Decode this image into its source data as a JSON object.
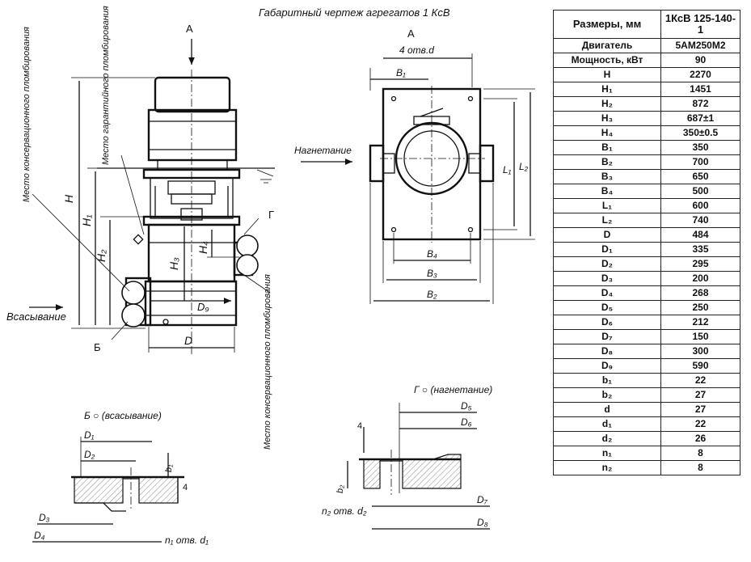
{
  "title": "Габаритный чертеж агрегатов 1 КсВ",
  "labels": {
    "view_a_arrow": "А",
    "view_a": "А",
    "place_guarantee": "Место гарантийного пломбирования",
    "place_conservation_left": "Место консервационного пломбирования",
    "place_conservation_bottom": "Место консервационного пломбирования",
    "suction": "Всасывание",
    "discharge": "Нагнетание",
    "callout_b": "Б",
    "callout_g": "Г",
    "section_b": "Б  ○ (всасывание)",
    "section_g": "Г ○ (нагнетание)",
    "holes_a": "4 отв.d",
    "holes_n1": "n₁ отв. d₁",
    "holes_n2": "n₂ отв. d₂",
    "dim_four": "4"
  },
  "dims": {
    "H": "H",
    "H1": "H₁",
    "H2": "H₂",
    "H3": "H₃",
    "H4": "H₄",
    "B1": "B₁",
    "B2": "B₂",
    "B3": "B₃",
    "B4": "B₄",
    "L1": "L₁",
    "L2": "L₂",
    "D": "D",
    "D1": "D₁",
    "D2": "D₂",
    "D3": "D₃",
    "D4": "D₄",
    "D5": "D₅",
    "D6": "D₆",
    "D7": "D₇",
    "D8": "D₈",
    "D9": "D₉",
    "b1": "b₁",
    "b2": "b₂"
  },
  "table": {
    "header_left": "Размеры, мм",
    "header_right": "1КсВ 125-140-1",
    "rows": [
      {
        "k": "Двигатель",
        "v": "5АМ250М2"
      },
      {
        "k": "Мощность, кВт",
        "v": "90"
      },
      {
        "k": "H",
        "v": "2270"
      },
      {
        "k": "H₁",
        "v": "1451"
      },
      {
        "k": "H₂",
        "v": "872"
      },
      {
        "k": "H₃",
        "v": "687±1"
      },
      {
        "k": "H₄",
        "v": "350±0.5"
      },
      {
        "k": "B₁",
        "v": "350"
      },
      {
        "k": "B₂",
        "v": "700"
      },
      {
        "k": "B₃",
        "v": "650"
      },
      {
        "k": "B₄",
        "v": "500"
      },
      {
        "k": "L₁",
        "v": "600"
      },
      {
        "k": "L₂",
        "v": "740"
      },
      {
        "k": "D",
        "v": "484"
      },
      {
        "k": "D₁",
        "v": "335"
      },
      {
        "k": "D₂",
        "v": "295"
      },
      {
        "k": "D₃",
        "v": "200"
      },
      {
        "k": "D₄",
        "v": "268"
      },
      {
        "k": "D₅",
        "v": "250"
      },
      {
        "k": "D₆",
        "v": "212"
      },
      {
        "k": "D₇",
        "v": "150"
      },
      {
        "k": "D₈",
        "v": "300"
      },
      {
        "k": "D₉",
        "v": "590"
      },
      {
        "k": "b₁",
        "v": "22"
      },
      {
        "k": "b₂",
        "v": "27"
      },
      {
        "k": "d",
        "v": "27"
      },
      {
        "k": "d₁",
        "v": "22"
      },
      {
        "k": "d₂",
        "v": "26"
      },
      {
        "k": "n₁",
        "v": "8"
      },
      {
        "k": "n₂",
        "v": "8"
      }
    ]
  }
}
